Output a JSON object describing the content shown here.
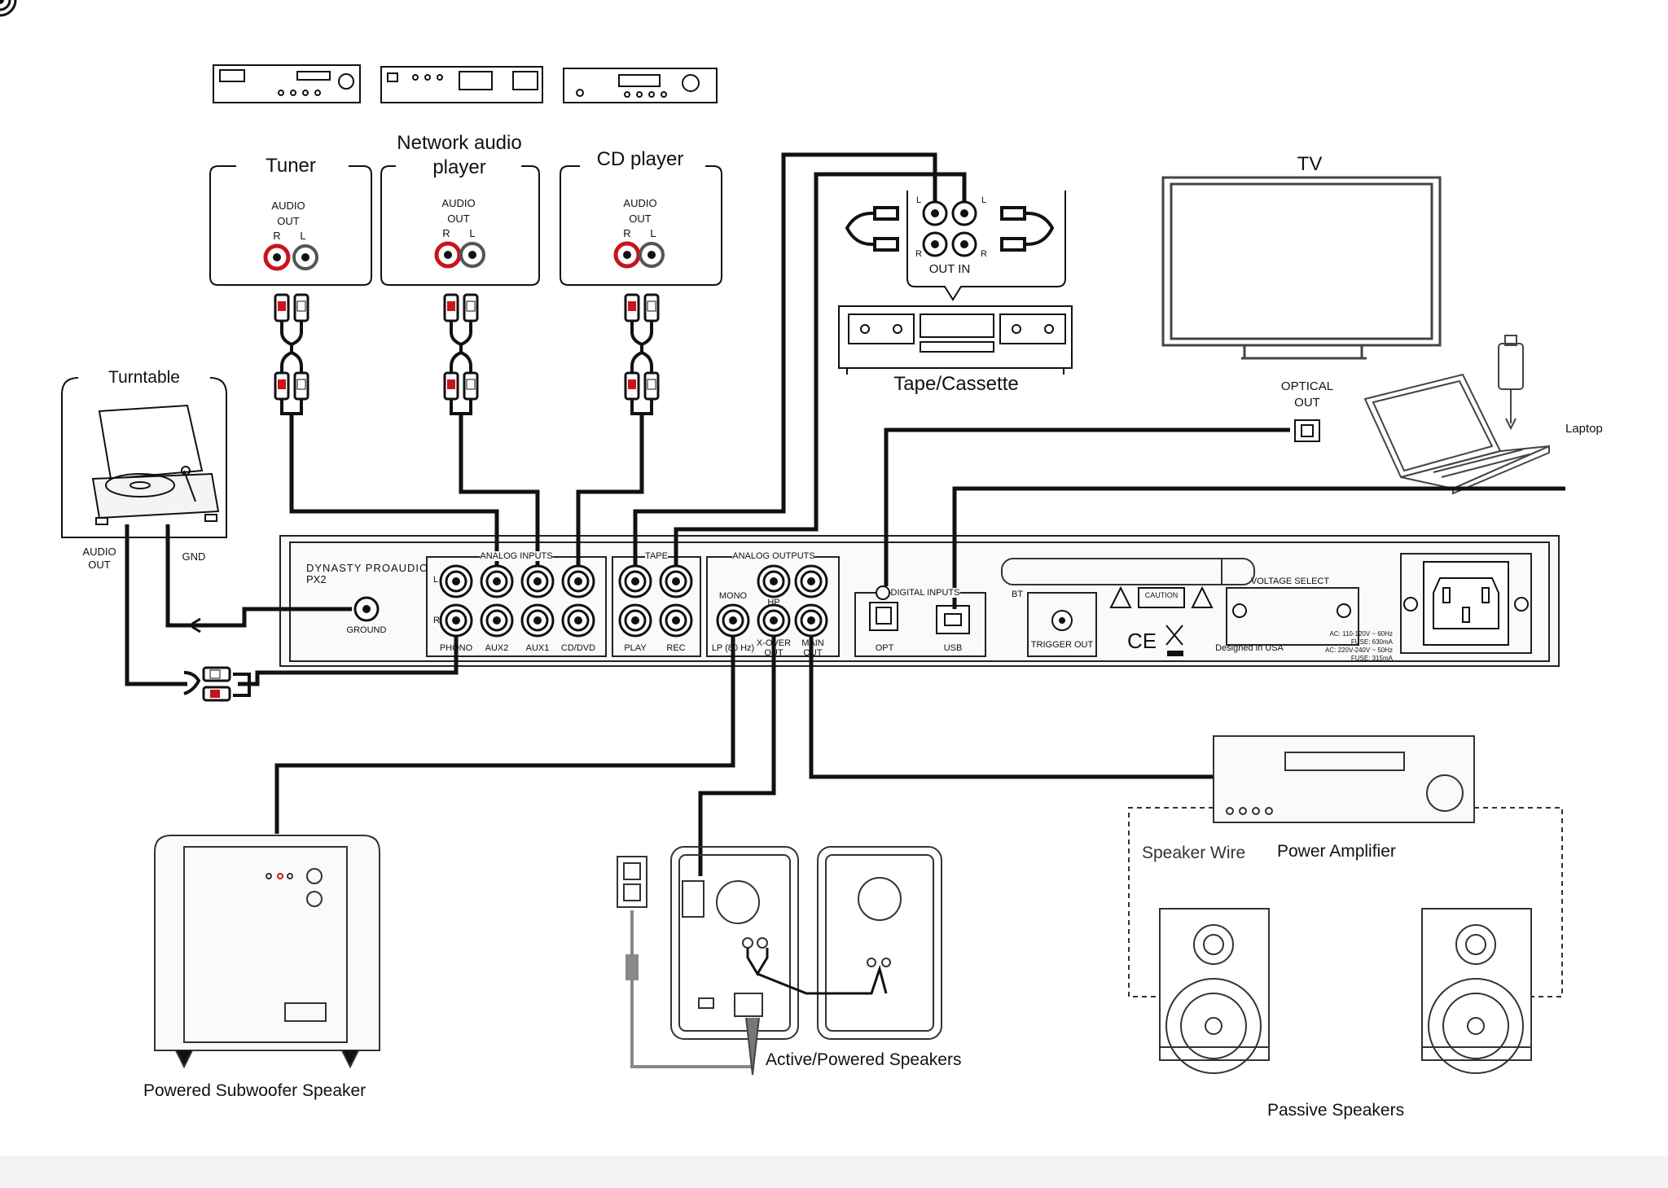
{
  "sources": {
    "tuner": {
      "title": "Tuner",
      "out_label_1": "AUDIO",
      "out_label_2": "OUT",
      "r": "R",
      "l": "L"
    },
    "network": {
      "title_line1": "Network audio",
      "title_line2": "player",
      "out_label_1": "AUDIO",
      "out_label_2": "OUT",
      "r": "R",
      "l": "L"
    },
    "cd": {
      "title": "CD player",
      "out_label_1": "AUDIO",
      "out_label_2": "OUT",
      "r": "R",
      "l": "L"
    }
  },
  "turntable": {
    "title": "Turntable",
    "audio_out_1": "AUDIO",
    "audio_out_2": "OUT",
    "gnd": "GND"
  },
  "tape": {
    "title": "Tape/Cassette",
    "out_in": "OUT IN",
    "l": "L",
    "r": "R"
  },
  "tv": {
    "title": "TV",
    "optical_1": "OPTICAL",
    "optical_2": "OUT"
  },
  "laptop": {
    "title": "Laptop"
  },
  "preamp": {
    "brand": "DYNASTY PROAUDIO",
    "model": "PX2",
    "ground": "GROUND",
    "analog_inputs": "ANALOG INPUTS",
    "tape": "TAPE",
    "analog_outputs": "ANALOG OUTPUTS",
    "digital_inputs": "DIGITAL INPUTS",
    "bt": "BT",
    "trigger_out": "TRIGGER OUT",
    "voltage_select": "VOLTAGE SELECT",
    "designed": "Designed in USA",
    "caution": "CAUTION",
    "mono": "MONO",
    "hp": "HP",
    "l": "L",
    "r": "R",
    "jacks": {
      "phono": "PHONO",
      "aux2": "AUX2",
      "aux1": "AUX1",
      "cd": "CD/DVD",
      "play": "PLAY",
      "rec": "REC",
      "lp": "LP (80 Hz)",
      "xover": "X-OVER OUT",
      "main": "MAIN OUT",
      "opt": "OPT",
      "usb": "USB"
    },
    "ac_1": "AC: 110-120V ~ 60Hz",
    "ac_2": "FUSE: 630mA",
    "ac_3": "AC: 220V-240V ~ 50Hz",
    "ac_4": "FUSE: 315mA"
  },
  "outputs": {
    "subwoofer": "Powered Subwoofer Speaker",
    "active": "Active/Powered Speakers",
    "amp": "Power Amplifier",
    "speaker_wire": "Speaker Wire",
    "passive": "Passive Speakers"
  },
  "colors": {
    "cable": "#111111",
    "rca_red": "#c8141c",
    "line": "#333333",
    "wire_grey": "#888888"
  }
}
